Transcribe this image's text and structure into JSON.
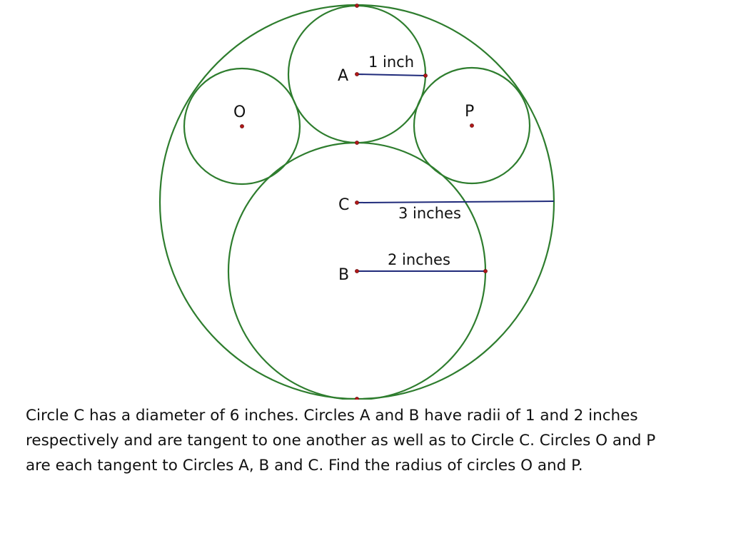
{
  "diagram": {
    "circle_labels": {
      "A": "A",
      "B": "B",
      "C": "C",
      "O": "O",
      "P": "P"
    },
    "measurements": {
      "radius_A": "1 inch",
      "radius_B": "2 inches",
      "radius_C": "3 inches"
    },
    "colors": {
      "circle_stroke": "#2e7d2e",
      "radius_line": "#1f2a7a",
      "point": "#b01818"
    }
  },
  "problem_text": "Circle C has a diameter of 6 inches.  Circles A and B have radii of 1 and 2 inches\nrespectively and are tangent to one another as well as to Circle C.  Circles O and P\nare each tangent to Circles A, B and C.  Find the radius of circles O and P."
}
